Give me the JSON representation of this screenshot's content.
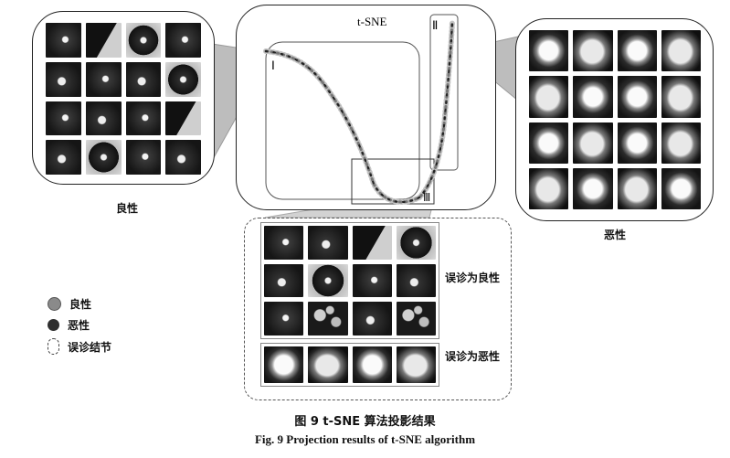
{
  "tsne_title": "t-SNE",
  "regions": {
    "I": "Ⅰ",
    "II": "Ⅱ",
    "III": "Ⅲ"
  },
  "panel_labels": {
    "benign": "良性",
    "malignant": "恶性"
  },
  "misdiagnosis": {
    "as_benign": "误诊为良性",
    "as_malignant": "误诊为恶性"
  },
  "legend": [
    {
      "label": "良性",
      "color": "#8a8a8a"
    },
    {
      "label": "恶性",
      "color": "#2f2f2f"
    },
    {
      "label": "误诊结节",
      "color": "none"
    }
  ],
  "caption": {
    "cn": "图 9    t-SNE 算法投影结果",
    "en": "Fig. 9    Projection results of t-SNE algorithm"
  }
}
